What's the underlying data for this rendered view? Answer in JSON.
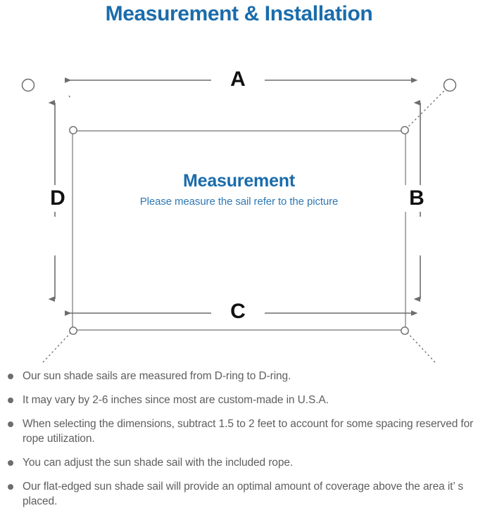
{
  "title": "Measurement & Installation",
  "diagram": {
    "center_heading": "Measurement",
    "center_subtext": "Please measure the sail refer to the picture",
    "dimension_labels": {
      "top": "A",
      "right": "B",
      "bottom": "C",
      "left": "D"
    },
    "colors": {
      "title_blue": "#1a6cab",
      "subtext_blue": "#2f78b4",
      "line_gray": "#6d6d6d",
      "sail_border": "#808080",
      "text_gray": "#5e5e5e"
    },
    "elements": {
      "anchor_ring": "anchor-ring",
      "d_ring": "d-ring",
      "rope": "dotted-rope-line",
      "sail": "sail-rectangle"
    }
  },
  "notes": [
    "Our sun shade sails are measured from D-ring to D-ring.",
    "It may vary by 2-6 inches since most are custom-made in U.S.A.",
    "When selecting the dimensions, subtract 1.5 to 2 feet to account for some spacing reserved for rope utilization.",
    "You can adjust the sun shade sail with the included rope.",
    "Our flat-edged sun shade sail will provide an optimal amount of coverage above the area it’ s placed."
  ]
}
